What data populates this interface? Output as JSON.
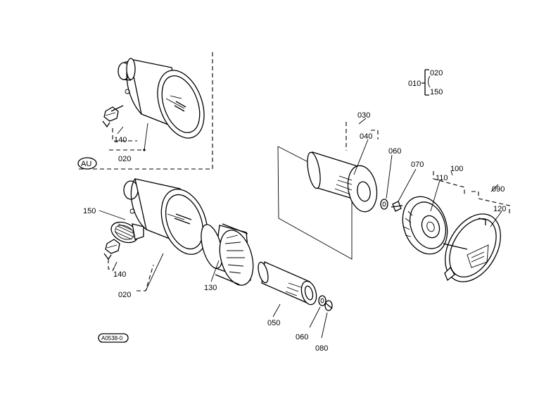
{
  "labels": {
    "p010": "010",
    "p020_top": "020",
    "p150_top": "150",
    "p030": "030",
    "p040": "040",
    "p060_upper": "060",
    "p070": "070",
    "p100": "100",
    "p110": "110",
    "p090": "090",
    "p120": "120",
    "p140_au": "140",
    "p020_au": "020",
    "p150_left": "150",
    "p140_left": "140",
    "p020_left": "020",
    "p130": "130",
    "p050": "050",
    "p060_lower": "060",
    "p080": "080"
  },
  "variant_badge": "AU",
  "drawing_code": "A0538-0"
}
